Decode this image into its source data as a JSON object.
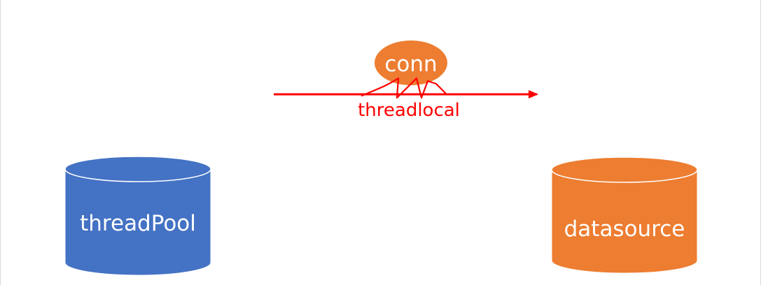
{
  "diagram": {
    "conn": {
      "label": "conn",
      "fill": "#ED7D31"
    },
    "threadlocal": {
      "label": "threadlocal",
      "color": "#FF0000"
    },
    "thread_pool": {
      "label": "threadPool",
      "fill": "#4472C4"
    },
    "datasource": {
      "label": "datasource",
      "fill": "#ED7D31"
    }
  }
}
